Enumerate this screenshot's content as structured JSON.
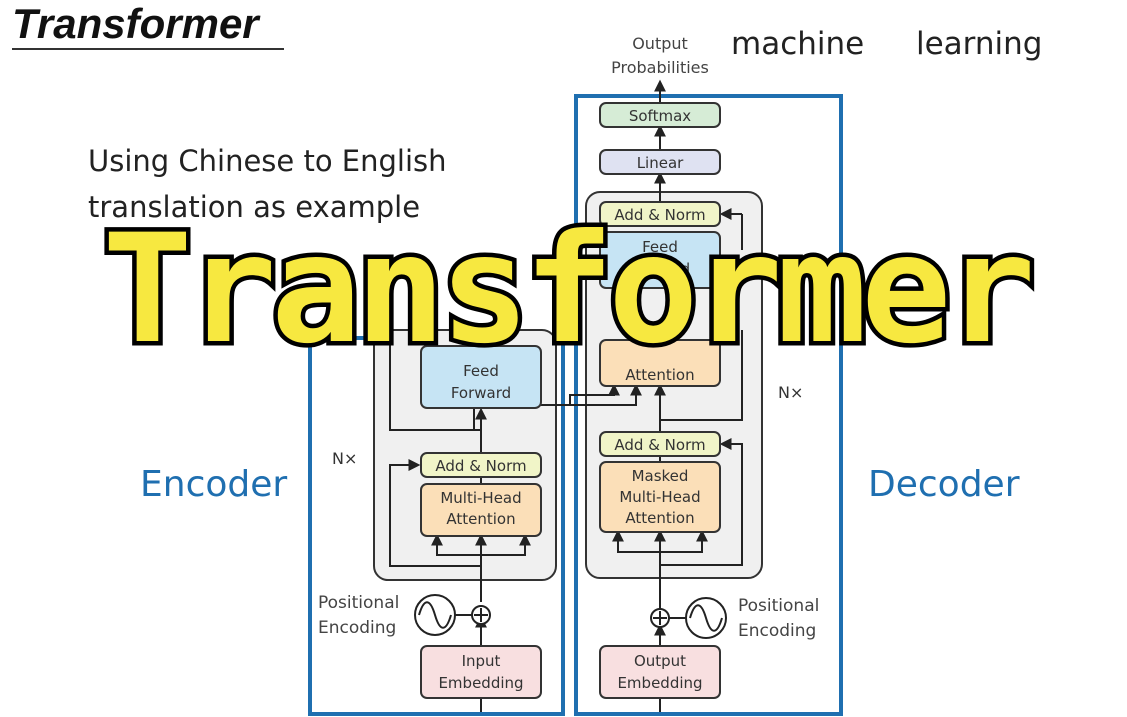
{
  "slide": {
    "title": "Transformer",
    "subtitle": "Using Chinese to English translation as example",
    "output_words": [
      "machine",
      "learning"
    ],
    "encoder_label": "Encoder",
    "decoder_label": "Decoder",
    "overlay_title": "Transformer"
  },
  "diagram": {
    "output_probabilities": [
      "Output",
      "Probabilities"
    ],
    "softmax": "Softmax",
    "linear": "Linear",
    "add_norm": "Add & Norm",
    "feed_forward": [
      "Feed",
      "Forward"
    ],
    "multi_head_attention": [
      "Multi-Head",
      "Attention"
    ],
    "masked_multi_head_attention": [
      "Masked",
      "Multi-Head",
      "Attention"
    ],
    "attention": "Attention",
    "nx": "N×",
    "positional_encoding": [
      "Positional",
      "Encoding"
    ],
    "input_embedding": [
      "Input",
      "Embedding"
    ],
    "output_embedding": [
      "Output",
      "Embedding"
    ]
  },
  "colors": {
    "accent_blue": "#1f6fb0",
    "softmax_green": "#d6ecd6",
    "linear_lavender": "#dfe2f2",
    "add_norm_yellow": "#f1f5c8",
    "feed_forward_blue": "#c6e4f4",
    "attention_orange": "#fbdfb8",
    "embedding_pink": "#f8dfe0",
    "block_gray": "#f0f0f0",
    "overlay_yellow": "#f7e840"
  }
}
